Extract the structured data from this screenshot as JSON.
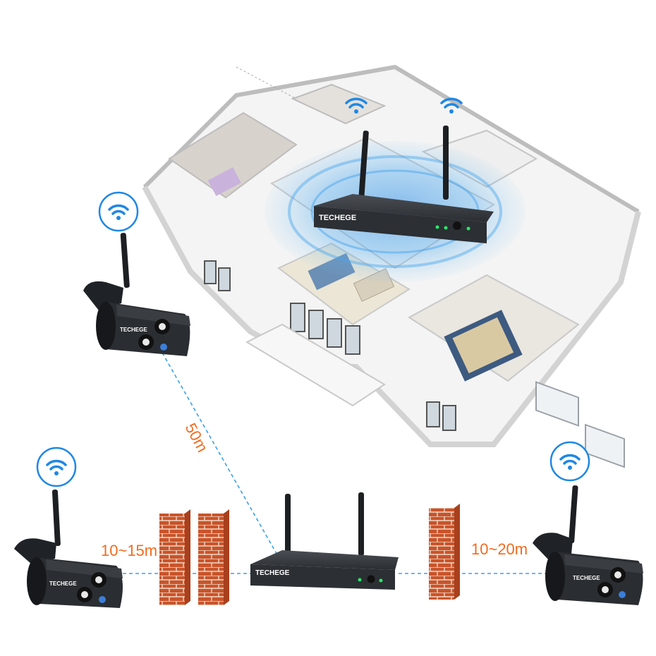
{
  "brand": "TECHEGE",
  "distances": {
    "diagonal": "50m",
    "left": "10~15m",
    "right": "10~20m"
  },
  "colors": {
    "accent": "#f26b1d",
    "wifi": "#1e88e5",
    "signal": "#3aa0e8",
    "device": "#2a2d31",
    "brick": "#c9542b"
  },
  "icons": [
    "wifi-icon",
    "camera",
    "nvr-recorder",
    "brick-wall",
    "floor-plan"
  ]
}
